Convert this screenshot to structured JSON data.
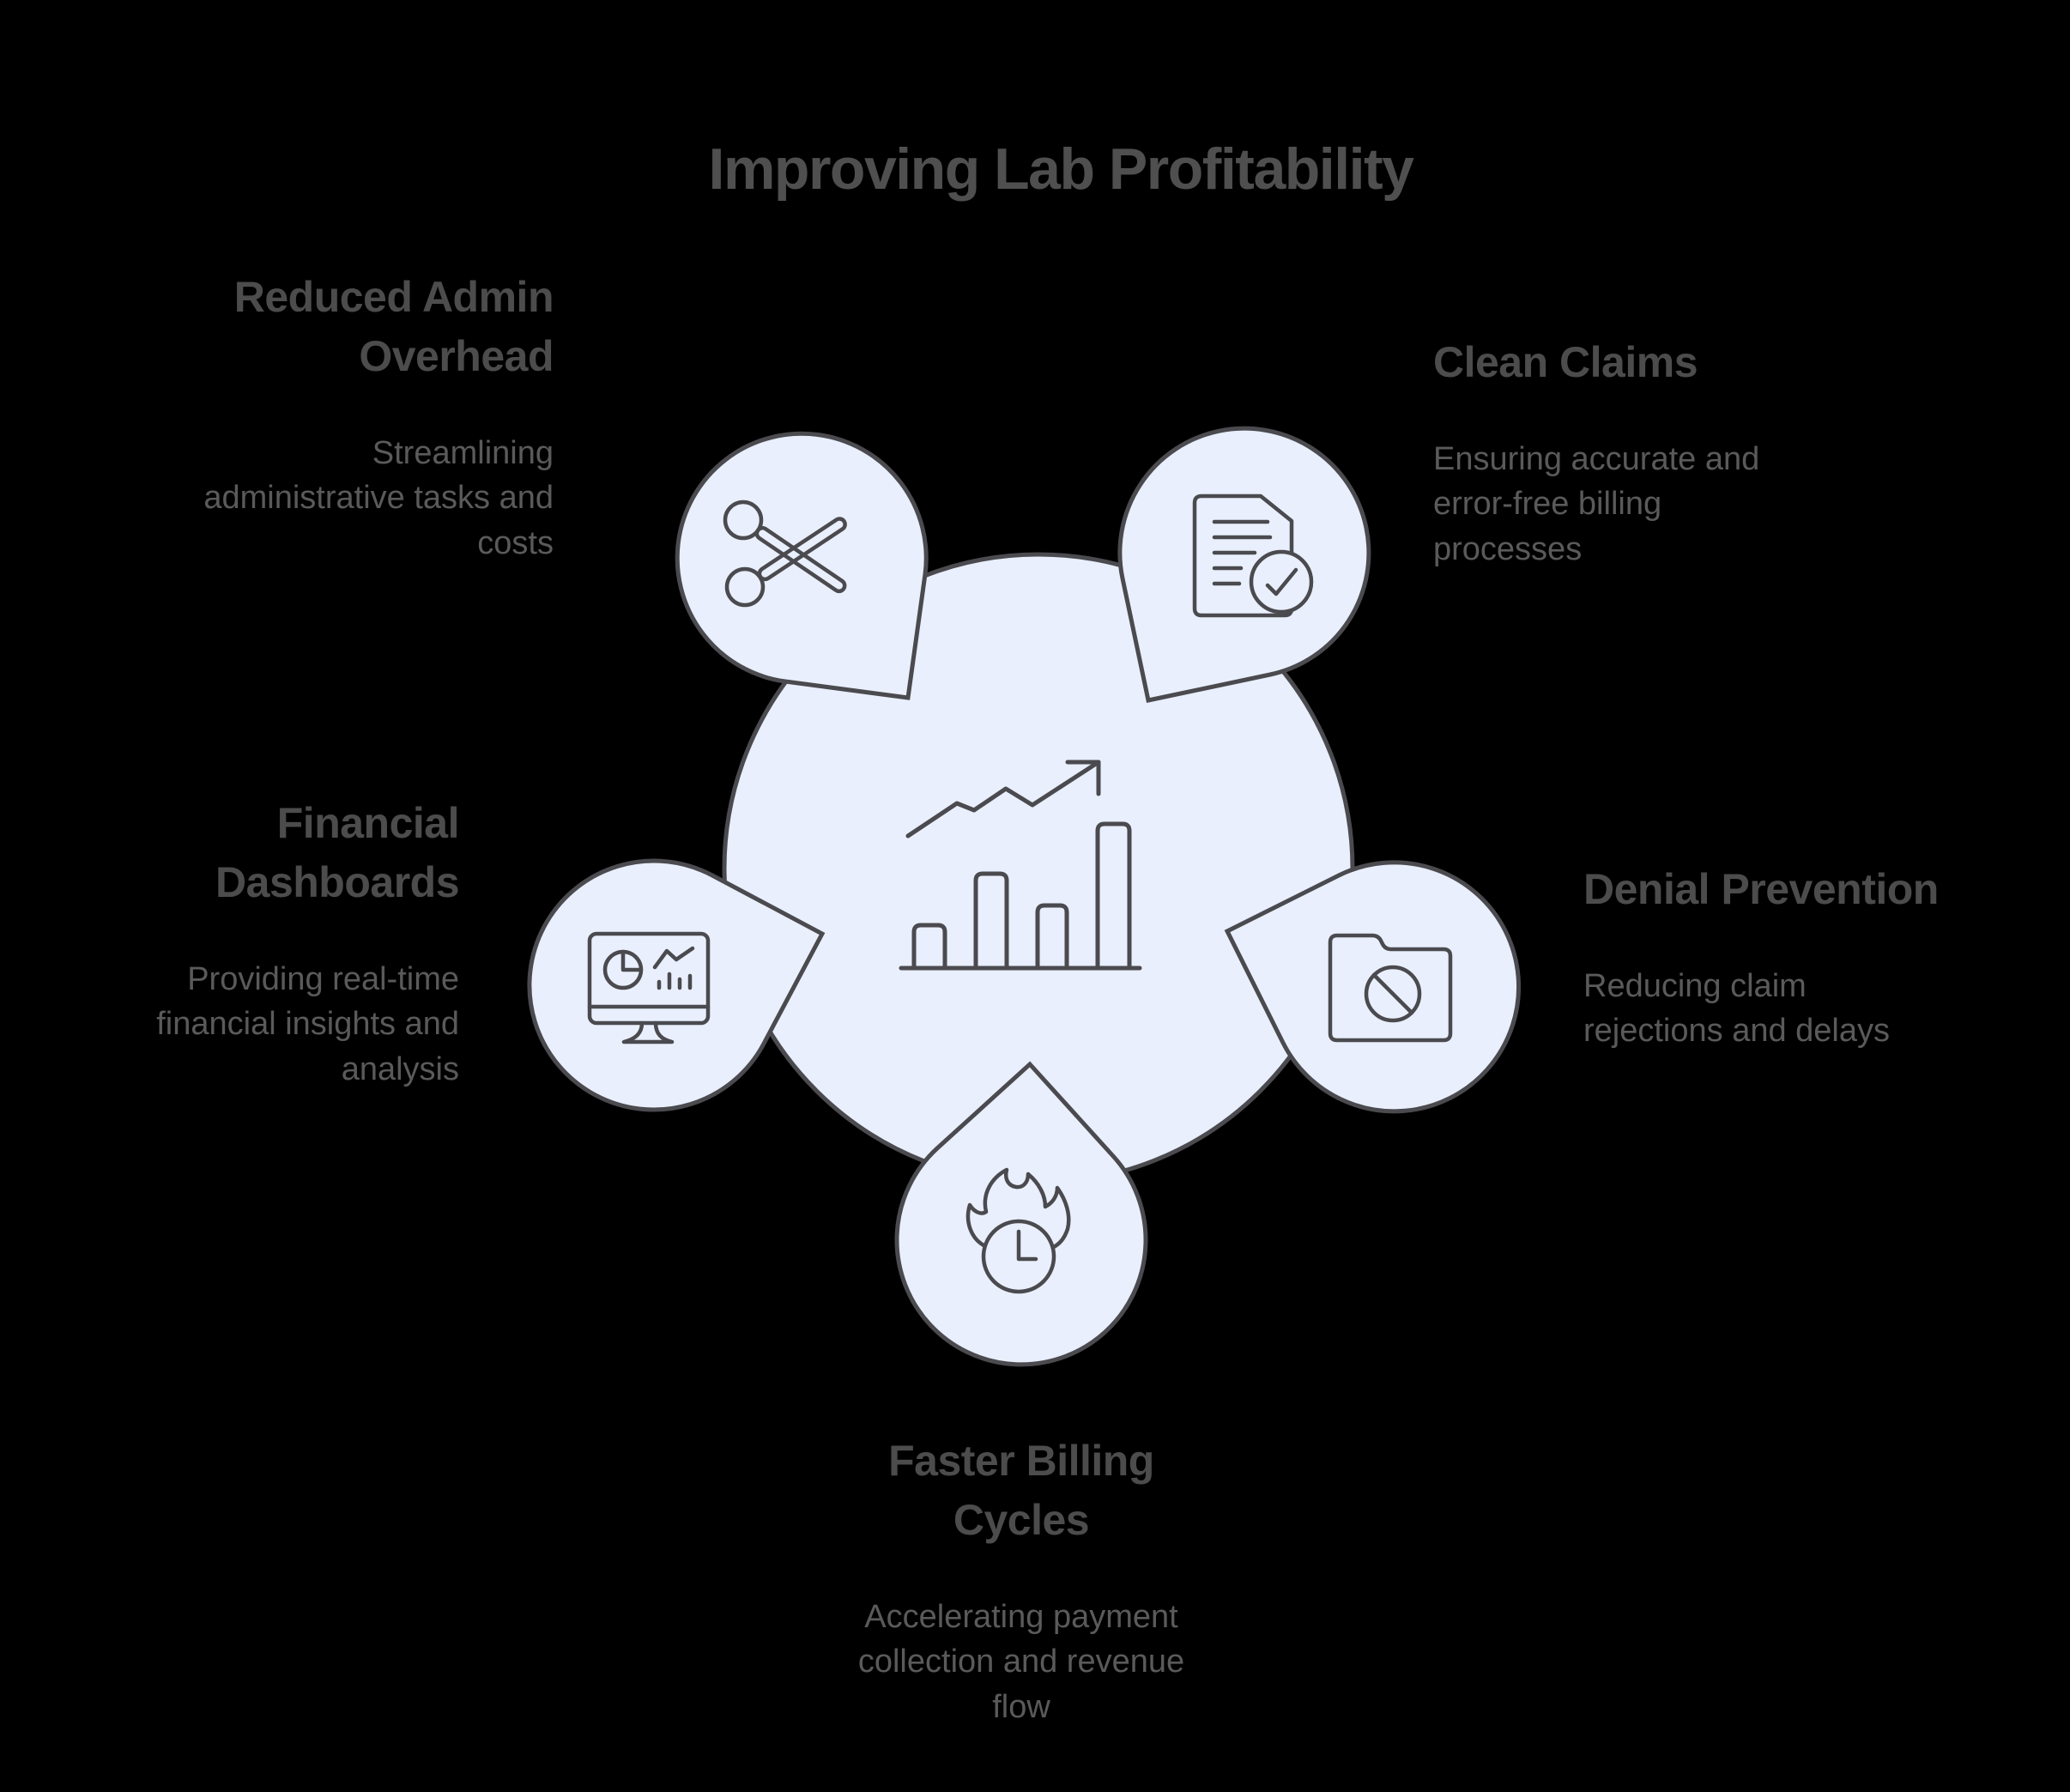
{
  "title": "Improving Lab Profitability",
  "colors": {
    "background": "#000000",
    "petal_fill": "#e9effc",
    "outline": "#4a4a4f",
    "title_text": "#4f4f4f",
    "heading_text": "#4c4c4c",
    "body_text": "#5a5a5a"
  },
  "center": {
    "icon": "growth-chart-icon"
  },
  "sections": [
    {
      "id": "reduced-admin-overhead",
      "heading": "Reduced Admin\nOverhead",
      "body": "Streamlining\nadministrative tasks and\ncosts",
      "icon": "scissors-icon"
    },
    {
      "id": "clean-claims",
      "heading": "Clean Claims",
      "body": "Ensuring accurate and\nerror-free billing\nprocesses",
      "icon": "document-check-icon"
    },
    {
      "id": "denial-prevention",
      "heading": "Denial Prevention",
      "body": "Reducing claim\nrejections and delays",
      "icon": "folder-blocked-icon"
    },
    {
      "id": "faster-billing-cycles",
      "heading": "Faster Billing\nCycles",
      "body": "Accelerating payment\ncollection and revenue\nflow",
      "icon": "flame-clock-icon"
    },
    {
      "id": "financial-dashboards",
      "heading": "Financial\nDashboards",
      "body": "Providing real-time\nfinancial insights and\nanalysis",
      "icon": "dashboard-monitor-icon"
    }
  ]
}
